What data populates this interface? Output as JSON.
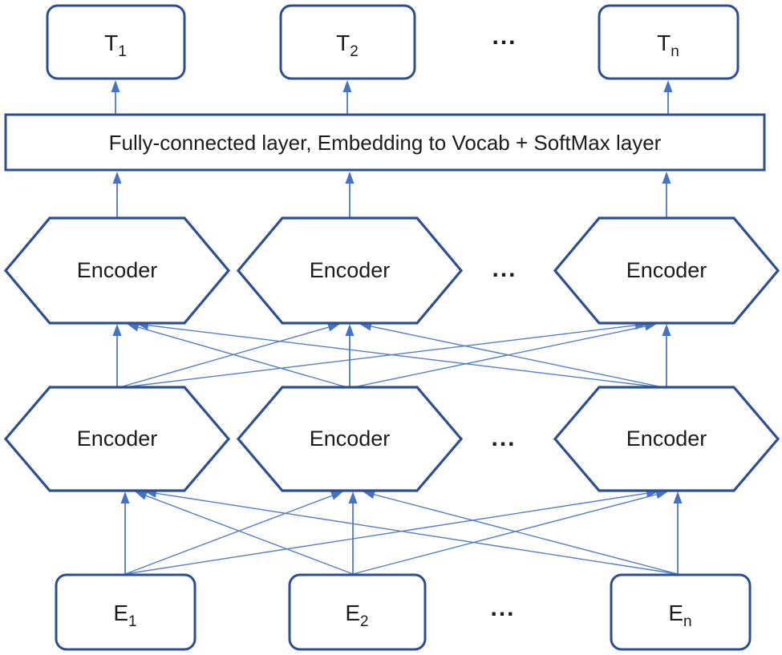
{
  "figure": {
    "colors": {
      "node_border": "#2d4e8f",
      "arrow": "#4472c4",
      "mesh_line": "#537ec7",
      "text": "#1c1c1c",
      "background": "#ffffff"
    },
    "top_row": {
      "items": [
        {
          "base": "T",
          "sub": "1"
        },
        {
          "base": "T",
          "sub": "2"
        },
        {
          "base": "T",
          "sub": "n"
        }
      ],
      "ellipsis": "..."
    },
    "projection_bar": {
      "label": "Fully-connected layer, Embedding to Vocab + SoftMax layer"
    },
    "encoder_rows": {
      "upper": {
        "labels": [
          "Encoder",
          "Encoder",
          "Encoder"
        ],
        "ellipsis": "..."
      },
      "lower": {
        "labels": [
          "Encoder",
          "Encoder",
          "Encoder"
        ],
        "ellipsis": "..."
      }
    },
    "bottom_row": {
      "items": [
        {
          "base": "E",
          "sub": "1"
        },
        {
          "base": "E",
          "sub": "2"
        },
        {
          "base": "E",
          "sub": "n"
        }
      ],
      "ellipsis": "..."
    }
  }
}
